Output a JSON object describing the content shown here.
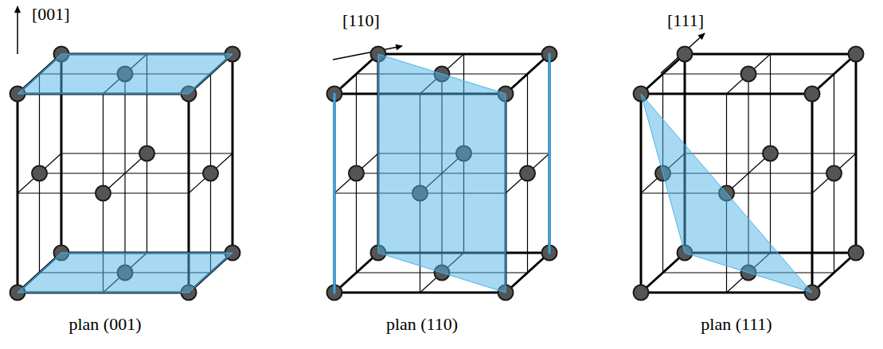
{
  "diagram": {
    "labels": [
      "[001]",
      "[110]",
      "[111]",
      "plan (001)",
      "plan (110)",
      "plan (111)"
    ]
  }
}
